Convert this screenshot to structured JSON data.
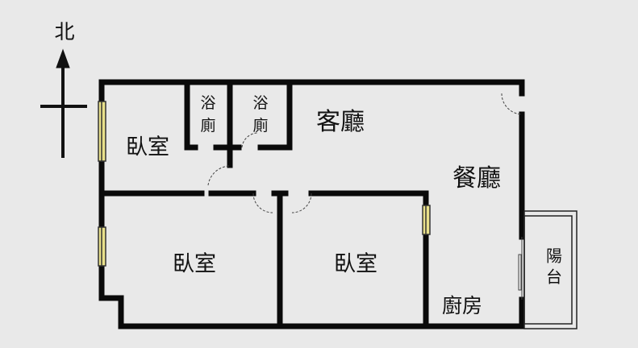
{
  "compass": {
    "north_label": "北"
  },
  "rooms": {
    "bedroom_top_left": "臥室",
    "bath_1": "浴廁",
    "bath_2": "浴廁",
    "living_room": "客廳",
    "dining_room": "餐廳",
    "bedroom_bottom_left": "臥室",
    "bedroom_bottom_middle": "臥室",
    "kitchen": "廚房",
    "balcony": "陽台"
  },
  "colors": {
    "wall": "#0a0a0a",
    "window": "#e8e08a",
    "background": "#e9e9e9"
  }
}
